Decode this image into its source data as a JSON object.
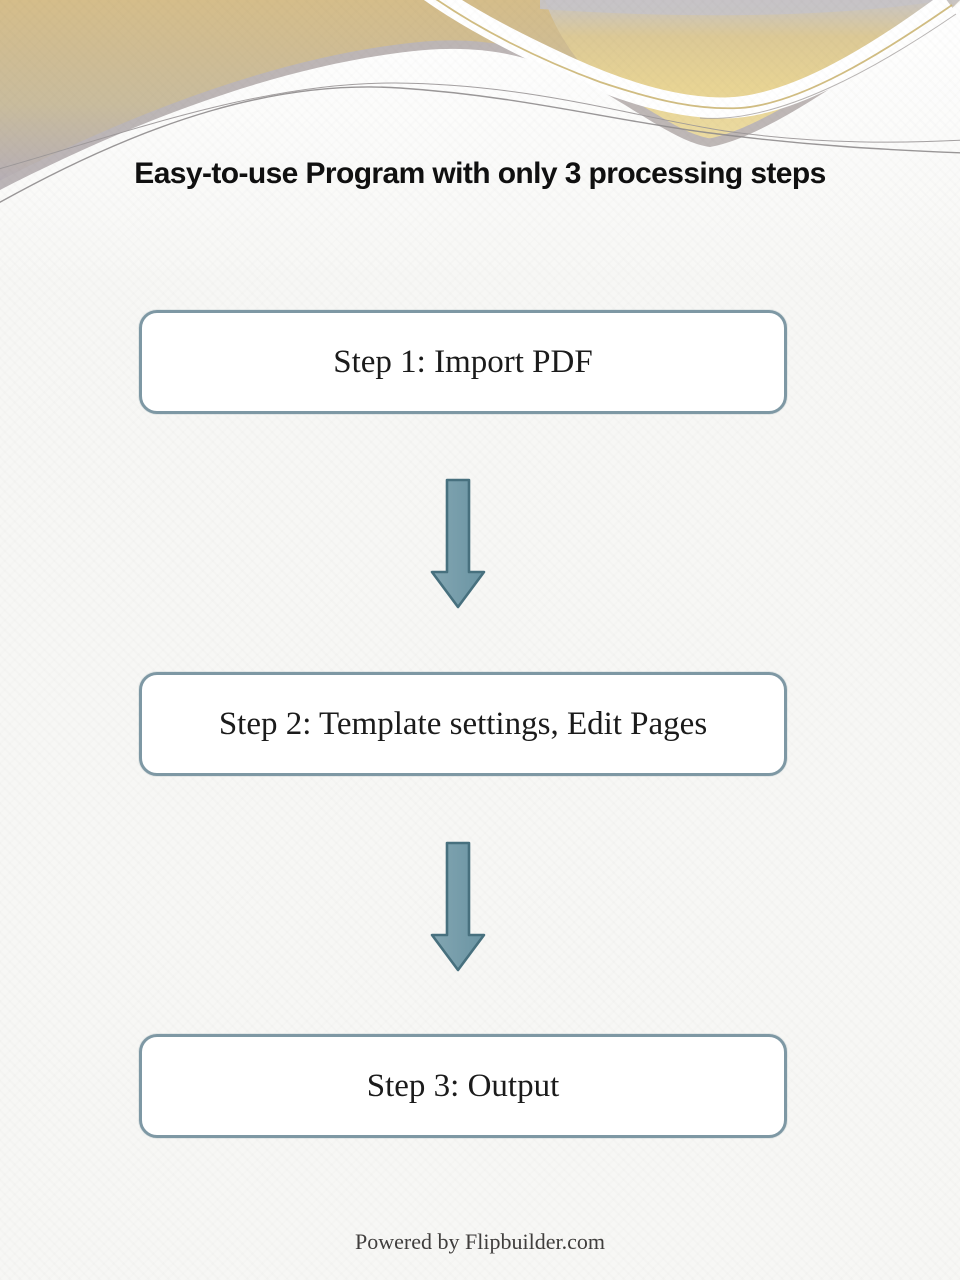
{
  "page": {
    "title": "Easy-to-use Program with only 3 processing steps",
    "background_color": "#f7f7f5"
  },
  "flow": {
    "steps": [
      {
        "label": "Step 1: Import PDF"
      },
      {
        "label": "Step 2: Template settings, Edit Pages"
      },
      {
        "label": "Step 3: Output"
      }
    ],
    "connector_icon": "arrow-down-icon",
    "box_background": "#ffffff",
    "box_border_color": "#7e98a4",
    "arrow_fill_color": "#7198a6",
    "arrow_border_color": "#47707e"
  },
  "footer": {
    "text": "Powered by Flipbuilder.com"
  },
  "header_decoration": {
    "colors": {
      "tan": "#d5bd8a",
      "gold": "#e8d494",
      "gray_top": "#c8c4c4",
      "gray_lavender": "#b4adb8",
      "gray_band": "#bcb5b7"
    }
  }
}
